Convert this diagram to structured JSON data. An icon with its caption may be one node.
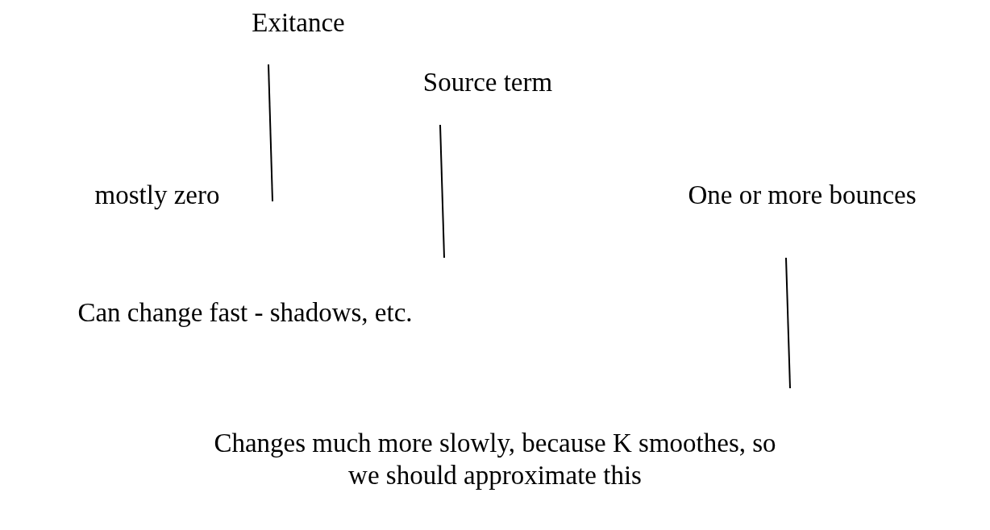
{
  "diagram": {
    "nodes": [
      {
        "text": [
          "Exitance"
        ]
      },
      {
        "text": [
          "Source term"
        ]
      },
      {
        "text": [
          "mostly zero"
        ]
      },
      {
        "text": [
          "One or more bounces"
        ]
      },
      {
        "text": [
          "Can change fast - shadows, etc."
        ]
      },
      {
        "text": [
          "Changes much more slowly, because K smoothes, so we should approximate this"
        ]
      }
    ],
    "edges": [
      {
        "from": 0,
        "to": 2,
        "arrow": "none"
      },
      {
        "from": 1,
        "to": 4,
        "arrow": "none"
      },
      {
        "from": 3,
        "to": 5,
        "arrow": "none"
      }
    ]
  }
}
